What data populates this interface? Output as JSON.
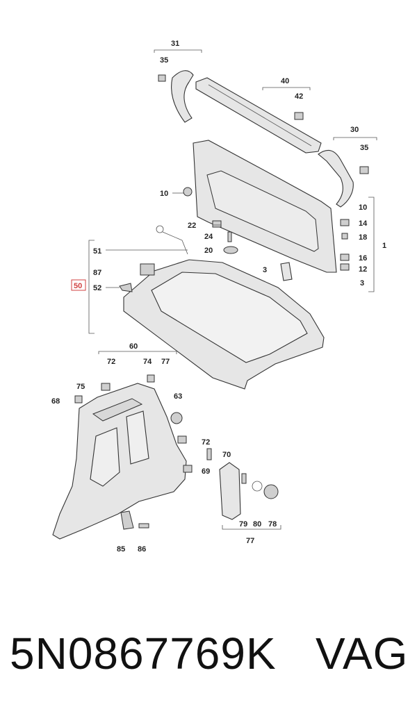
{
  "labels": {
    "l31": "31",
    "l35a": "35",
    "l40": "40",
    "l42": "42",
    "l30": "30",
    "l35b": "35",
    "l10a": "10",
    "l10b": "10",
    "l14": "14",
    "l18": "18",
    "l1": "1",
    "l16": "16",
    "l12": "12",
    "l3a": "3",
    "l3b": "3",
    "l22": "22",
    "l24": "24",
    "l20": "20",
    "l51": "51",
    "l87": "87",
    "l50": "50",
    "l52": "52",
    "l60": "60",
    "l72a": "72",
    "l74": "74",
    "l77a": "77",
    "l75": "75",
    "l68": "68",
    "l63": "63",
    "l72b": "72",
    "l70": "70",
    "l69": "69",
    "l79": "79",
    "l80": "80",
    "l78": "78",
    "l77b": "77",
    "l85": "85",
    "l86": "86"
  },
  "caption": {
    "part_number": "5N0867769K",
    "brand": "VAG"
  },
  "colors": {
    "highlight": "#d04040",
    "part_fill": "#e6e6e6",
    "line": "#555555"
  }
}
